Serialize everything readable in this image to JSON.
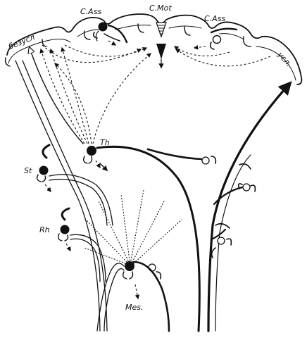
{
  "labels": {
    "unconditioned": "безусл",
    "c_ass_left": "C.Ass",
    "c_mot": "C.Mot",
    "c_ass_right": "C.Ass",
    "conditioned": "усл.",
    "th": "Th",
    "st": "St",
    "rh": "Rh",
    "mes": "Mes."
  },
  "colors": {
    "ink": "#111111",
    "background": "#ffffff"
  }
}
